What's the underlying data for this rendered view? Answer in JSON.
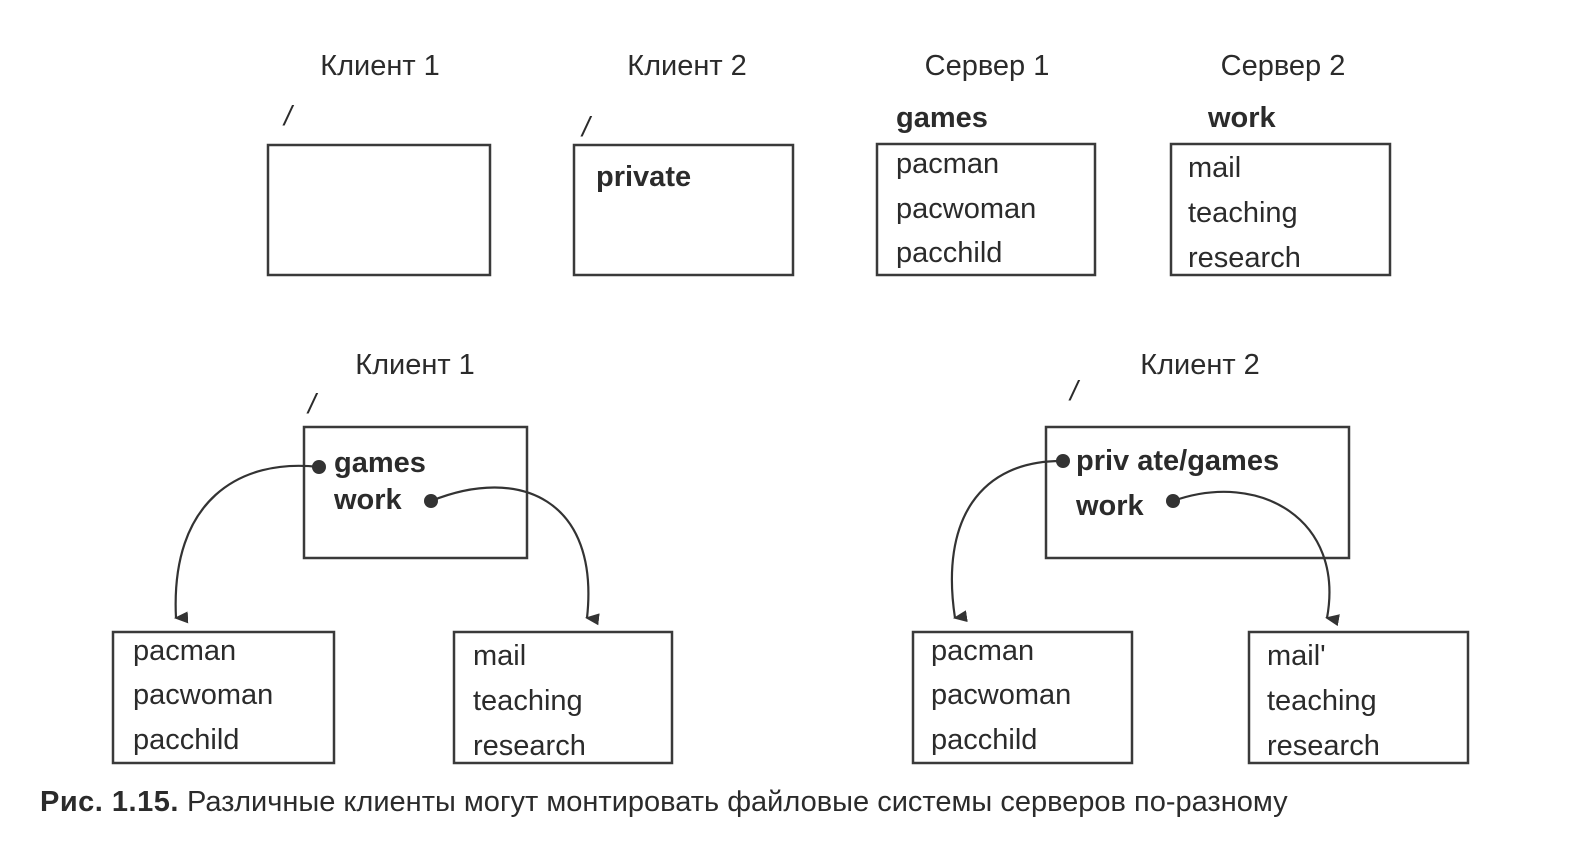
{
  "top_row": {
    "client1": {
      "label": "Клиент 1",
      "root": "/",
      "entries": []
    },
    "client2": {
      "label": "Клиент 2",
      "root": "/",
      "entries": [
        "private"
      ]
    },
    "server1": {
      "label": "Сервер 1",
      "export": "games",
      "entries": [
        "pacman",
        "pacwoman",
        "pacchild"
      ]
    },
    "server2": {
      "label": "Сервер 2",
      "export": "work",
      "entries": [
        "mail",
        "teaching",
        "research"
      ]
    }
  },
  "bottom_row": {
    "client1": {
      "label": "Клиент 1",
      "root": "/",
      "entries": [
        "games",
        "work"
      ],
      "mounted_games": [
        "pacman",
        "pacwoman",
        "pacchild"
      ],
      "mounted_work": [
        "mail",
        "teaching",
        "research"
      ]
    },
    "client2": {
      "label": "Клиент 2",
      "root": "/",
      "entries": [
        "priv ate/games",
        "work"
      ],
      "mounted_games": [
        "pacman",
        "pacwoman",
        "pacchild"
      ],
      "mounted_work": [
        "mail'",
        "teaching",
        "research"
      ]
    }
  },
  "caption": {
    "number": "Рис. 1.15.",
    "text": "Различные клиенты могут монтировать файловые системы серверов по-разному"
  }
}
